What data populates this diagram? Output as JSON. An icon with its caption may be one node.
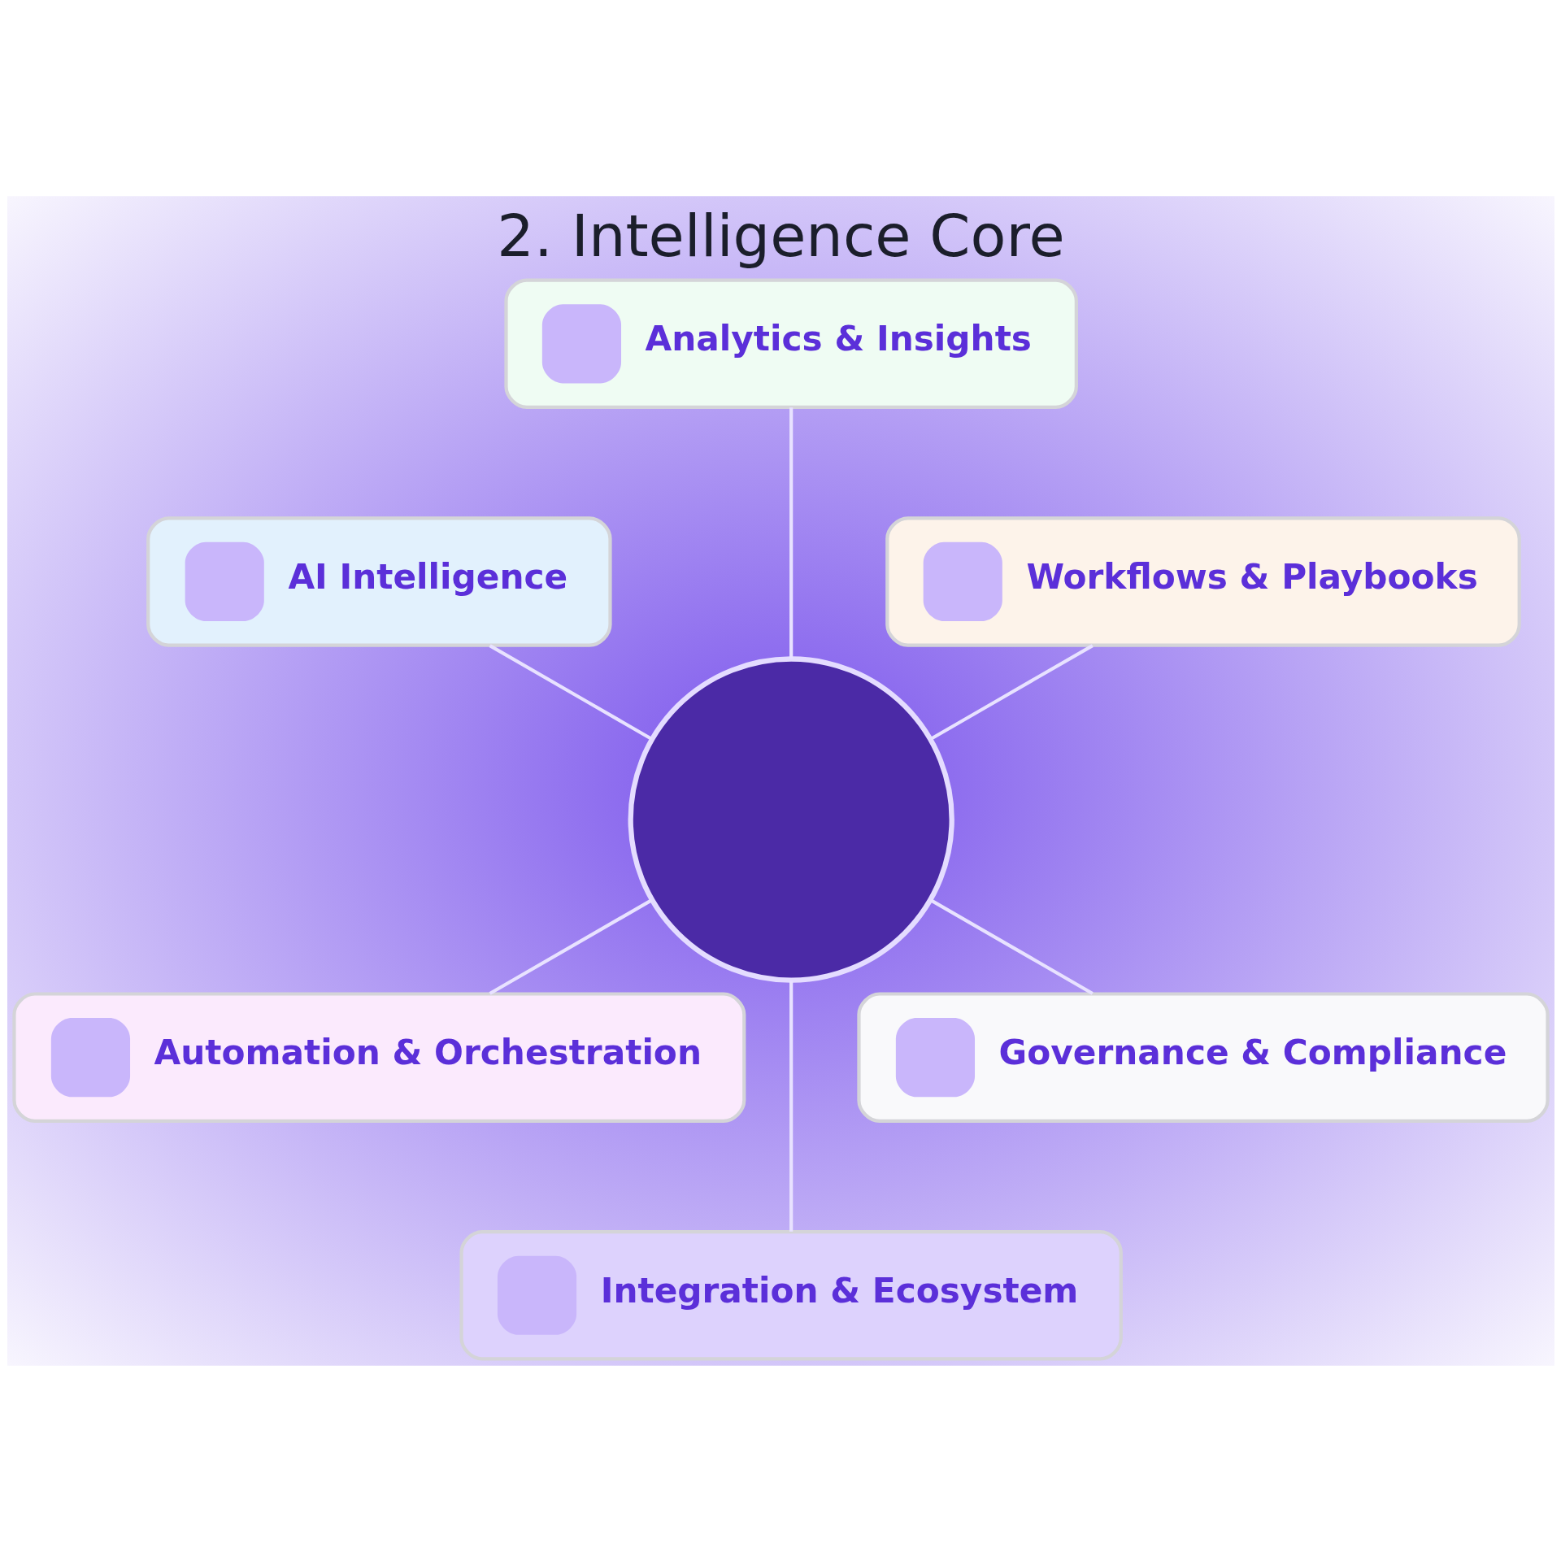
{
  "diagram": {
    "title": "2. Intelligence Core",
    "nodes": [
      {
        "text": [
          "Analytics & Insights"
        ]
      },
      {
        "text": [
          "Workflows & Playbooks"
        ]
      },
      {
        "text": [
          "AI Intelligence"
        ]
      },
      {
        "text": [],
        "shape": "circle"
      },
      {
        "text": [
          "Automation & Orchestration"
        ]
      },
      {
        "text": [
          "Governance & Compliance"
        ]
      },
      {
        "text": [
          "Integration & Ecosystem"
        ]
      }
    ],
    "edges": [
      {
        "from": 3,
        "to": 1,
        "arrow": "none"
      },
      {
        "from": 3,
        "to": 0,
        "arrow": "none"
      },
      {
        "from": 3,
        "to": 2,
        "arrow": "none"
      },
      {
        "from": 3,
        "to": 4,
        "arrow": "none"
      },
      {
        "from": 3,
        "to": 6,
        "arrow": "none"
      },
      {
        "from": 3,
        "to": 5,
        "arrow": "none"
      }
    ]
  }
}
